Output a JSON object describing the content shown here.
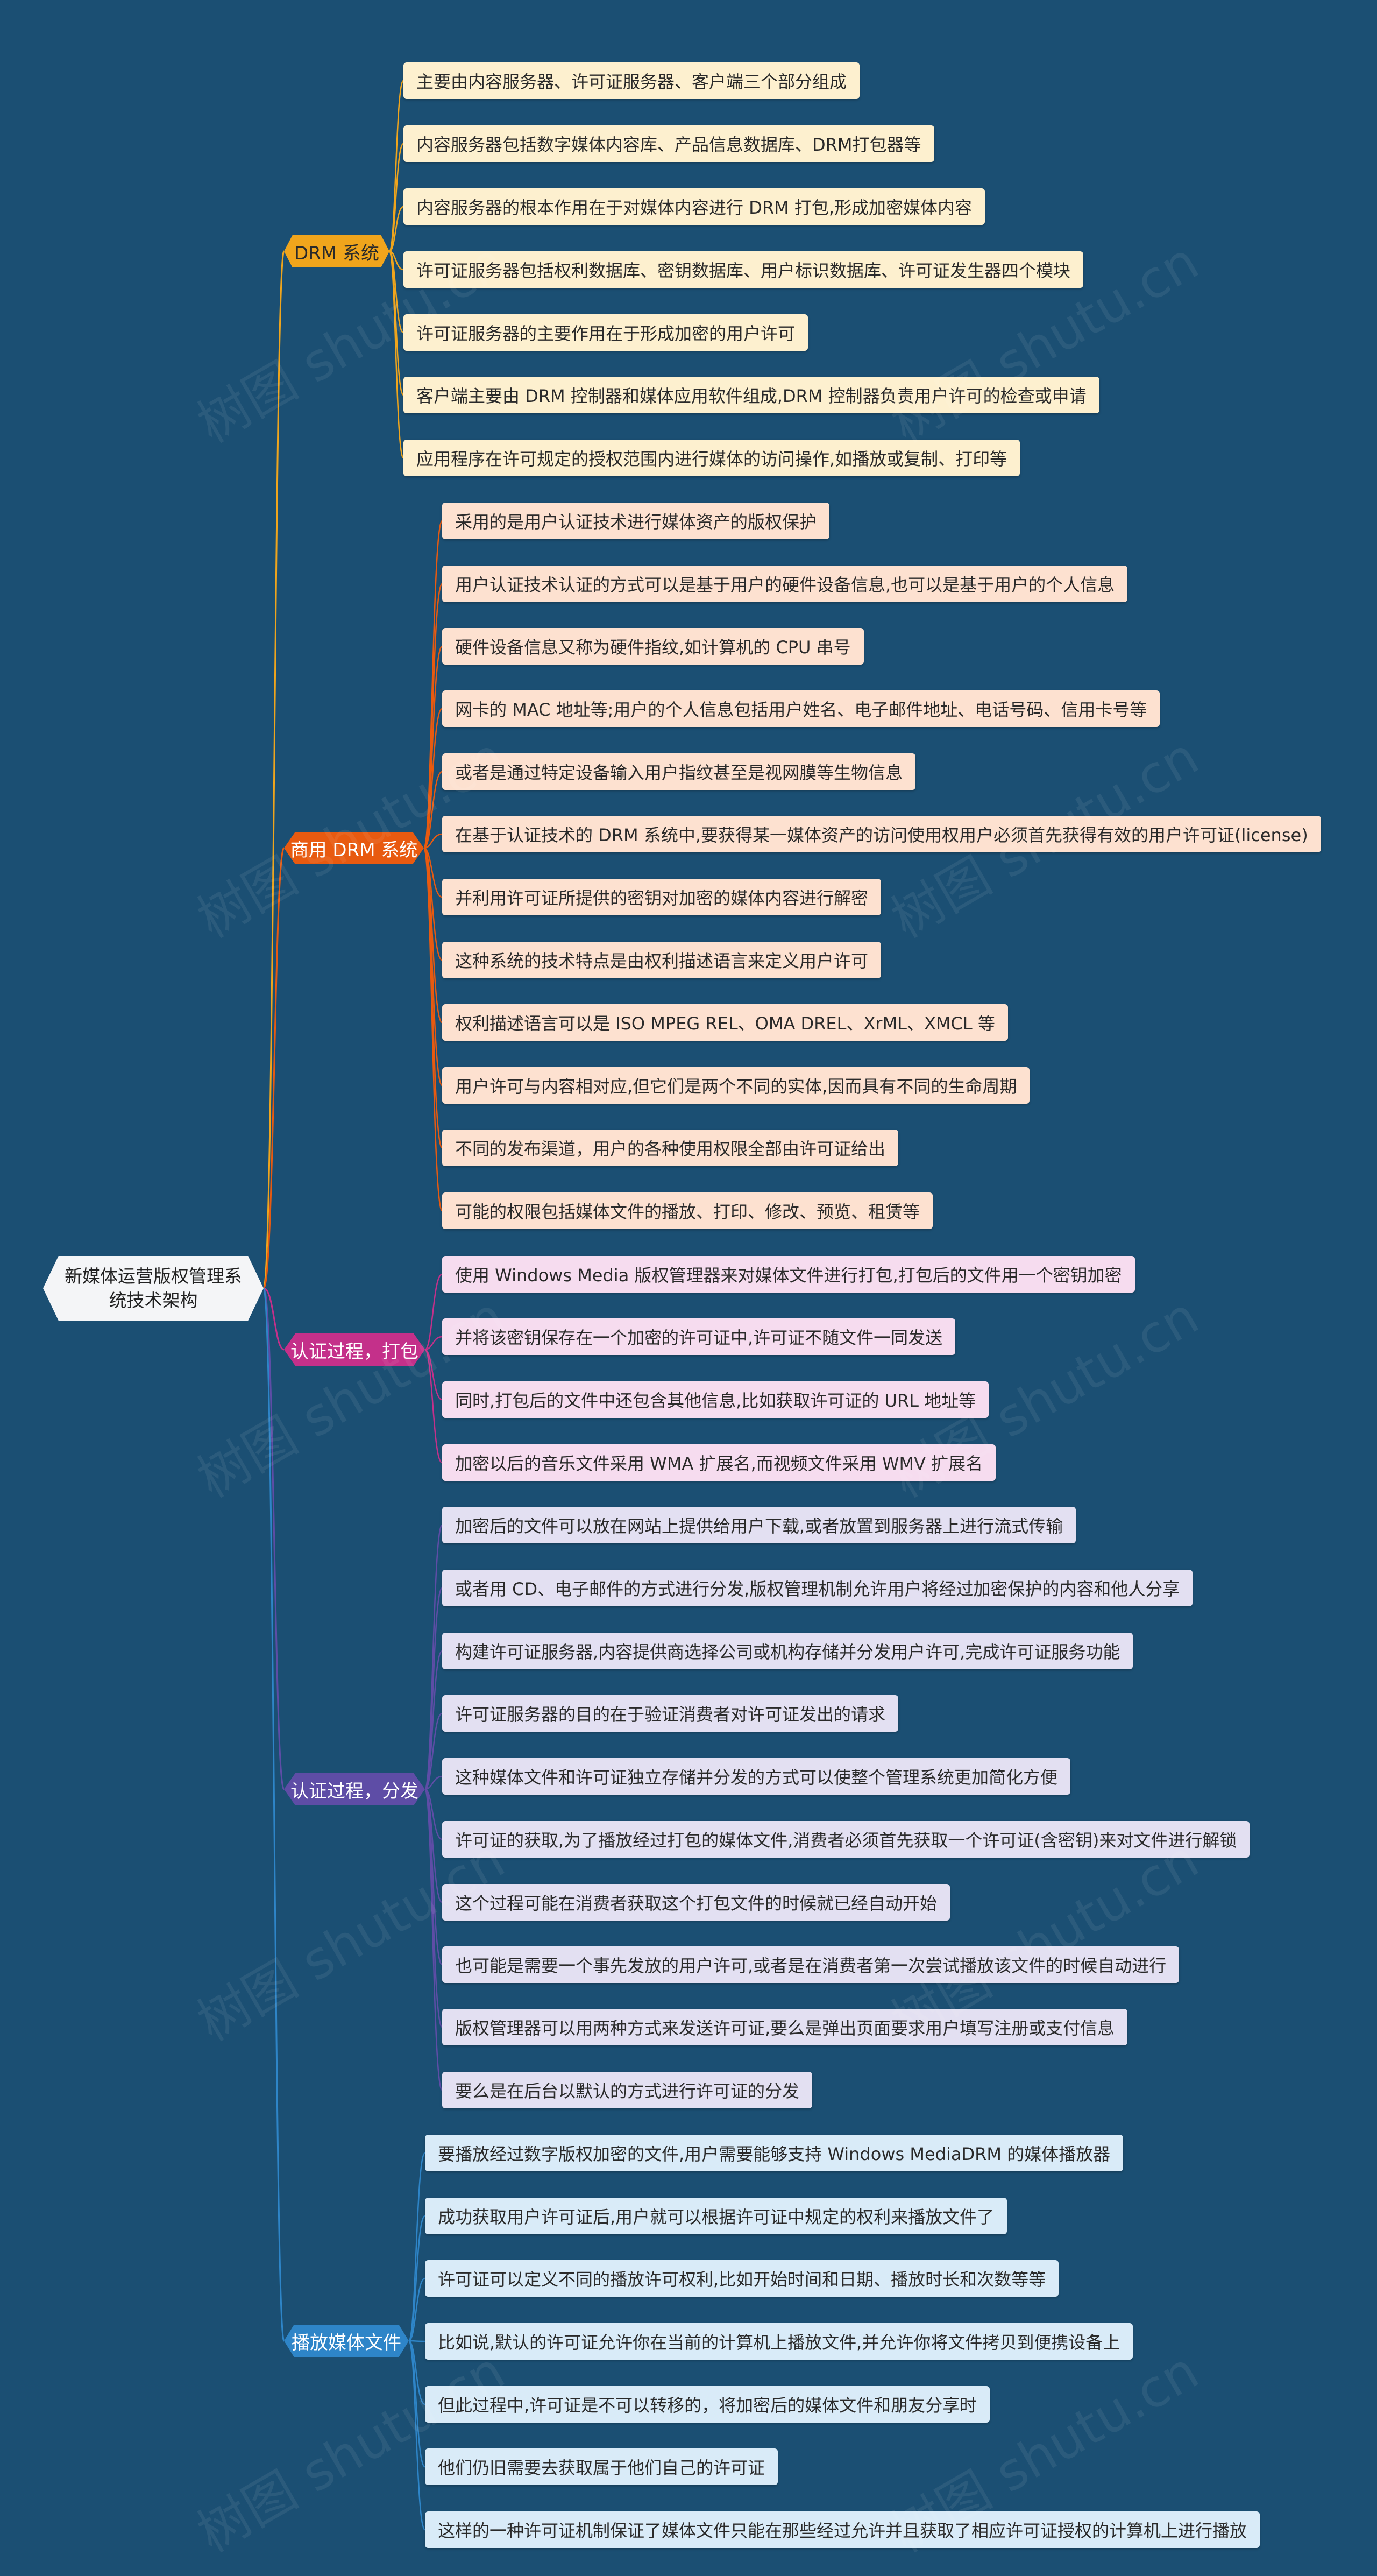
{
  "colors": {
    "background": "#1b4f73",
    "root": "#f4f5f7",
    "branch_drm": "#f0a51c",
    "branch_commercial": "#e85a10",
    "branch_auth_pack": "#c4308a",
    "branch_auth_dist": "#5e4da6",
    "branch_play": "#2e85c8"
  },
  "root": {
    "label": "新媒体运营版权管理系统技术架构"
  },
  "branches": [
    {
      "label": "DRM 系统",
      "color": "#f0a51c",
      "text_color": "#2a2a2a",
      "leaf_bg": "#fdf0cf",
      "leaves": [
        "主要由内容服务器、许可证服务器、客户端三个部分组成",
        "内容服务器包括数字媒体内容库、产品信息数据库、DRM打包器等",
        "内容服务器的根本作用在于对媒体内容进行 DRM 打包,形成加密媒体内容",
        "许可证服务器包括权利数据库、密钥数据库、用户标识数据库、许可证发生器四个模块",
        "许可证服务器的主要作用在于形成加密的用户许可",
        "客户端主要由 DRM 控制器和媒体应用软件组成,DRM 控制器负责用户许可的检查或申请",
        "应用程序在许可规定的授权范围内进行媒体的访问操作,如播放或复制、打印等"
      ]
    },
    {
      "label": "商用 DRM 系统",
      "color": "#e85a10",
      "text_color": "#ffffff",
      "leaf_bg": "#fde1d0",
      "leaves": [
        "采用的是用户认证技术进行媒体资产的版权保护",
        "用户认证技术认证的方式可以是基于用户的硬件设备信息,也可以是基于用户的个人信息",
        "硬件设备信息又称为硬件指纹,如计算机的 CPU 串号",
        "网卡的 MAC 地址等;用户的个人信息包括用户姓名、电子邮件地址、电话号码、信用卡号等",
        "或者是通过特定设备输入用户指纹甚至是视网膜等生物信息",
        "在基于认证技术的 DRM 系统中,要获得某一媒体资产的访问使用权用户必须首先获得有效的用户许可证(license)",
        "并利用许可证所提供的密钥对加密的媒体内容进行解密",
        "这种系统的技术特点是由权利描述语言来定义用户许可",
        "权利描述语言可以是 ISO MPEG REL、OMA DREL、XrML、XMCL 等",
        "用户许可与内容相对应,但它们是两个不同的实体,因而具有不同的生命周期",
        "不同的发布渠道，用户的各种使用权限全部由许可证给出",
        "可能的权限包括媒体文件的播放、打印、修改、预览、租赁等"
      ]
    },
    {
      "label": "认证过程，打包",
      "color": "#c4308a",
      "text_color": "#ffffff",
      "leaf_bg": "#f6dcef",
      "leaves": [
        "使用 Windows Media 版权管理器来对媒体文件进行打包,打包后的文件用一个密钥加密",
        "并将该密钥保存在一个加密的许可证中,许可证不随文件一同发送",
        "同时,打包后的文件中还包含其他信息,比如获取许可证的 URL 地址等",
        "加密以后的音乐文件采用 WMA 扩展名,而视频文件采用 WMV 扩展名"
      ]
    },
    {
      "label": "认证过程，分发",
      "color": "#5e4da6",
      "text_color": "#ffffff",
      "leaf_bg": "#e3e0f2",
      "leaves": [
        "加密后的文件可以放在网站上提供给用户下载,或者放置到服务器上进行流式传输",
        "或者用 CD、电子邮件的方式进行分发,版权管理机制允许用户将经过加密保护的内容和他人分享",
        "构建许可证服务器,内容提供商选择公司或机构存储并分发用户许可,完成许可证服务功能",
        "许可证服务器的目的在于验证消费者对许可证发出的请求",
        "这种媒体文件和许可证独立存储并分发的方式可以使整个管理系统更加简化方便",
        "许可证的获取,为了播放经过打包的媒体文件,消费者必须首先获取一个许可证(含密钥)来对文件进行解锁",
        "这个过程可能在消费者获取这个打包文件的时候就已经自动开始",
        "也可能是需要一个事先发放的用户许可,或者是在消费者第一次尝试播放该文件的时候自动进行",
        "版权管理器可以用两种方式来发送许可证,要么是弹出页面要求用户填写注册或支付信息",
        "要么是在后台以默认的方式进行许可证的分发"
      ]
    },
    {
      "label": "播放媒体文件",
      "color": "#2e85c8",
      "text_color": "#ffffff",
      "leaf_bg": "#d9ebf8",
      "leaves": [
        "要播放经过数字版权加密的文件,用户需要能够支持 Windows MediaDRM 的媒体播放器",
        "成功获取用户许可证后,用户就可以根据许可证中规定的权利来播放文件了",
        "许可证可以定义不同的播放许可权利,比如开始时间和日期、播放时长和次数等等",
        "比如说,默认的许可证允许你在当前的计算机上播放文件,并允许你将文件拷贝到便携设备上",
        "但此过程中,许可证是不可以转移的，将加密后的媒体文件和朋友分享时",
        "他们仍旧需要去获取属于他们自己的许可证",
        "这样的一种许可证机制保证了媒体文件只能在那些经过允许并且获取了相应许可证授权的计算机上进行播放"
      ]
    }
  ],
  "watermark": "树图 shutu.cn"
}
